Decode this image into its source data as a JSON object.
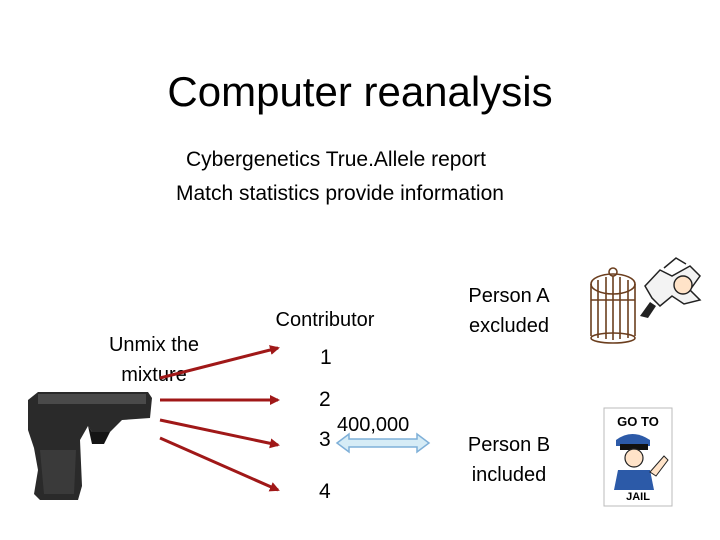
{
  "title": "Computer reanalysis",
  "subtitle_lines": [
    "Cybergenetics True.Allele report",
    "Match statistics provide information"
  ],
  "left_label": [
    "Unmix the",
    "mixture"
  ],
  "contributor_label": "Contributor",
  "contributors": [
    "1",
    "2",
    "3",
    "4"
  ],
  "match_statistic": "400,000",
  "person_a": [
    "Person A",
    "excluded"
  ],
  "person_b": [
    "Person B",
    "included"
  ],
  "jail_card": {
    "top_text": "GO TO",
    "bottom_text": "JAIL"
  },
  "colors": {
    "arrow": "#a01818",
    "double_arrow": "#7fb0d8"
  }
}
